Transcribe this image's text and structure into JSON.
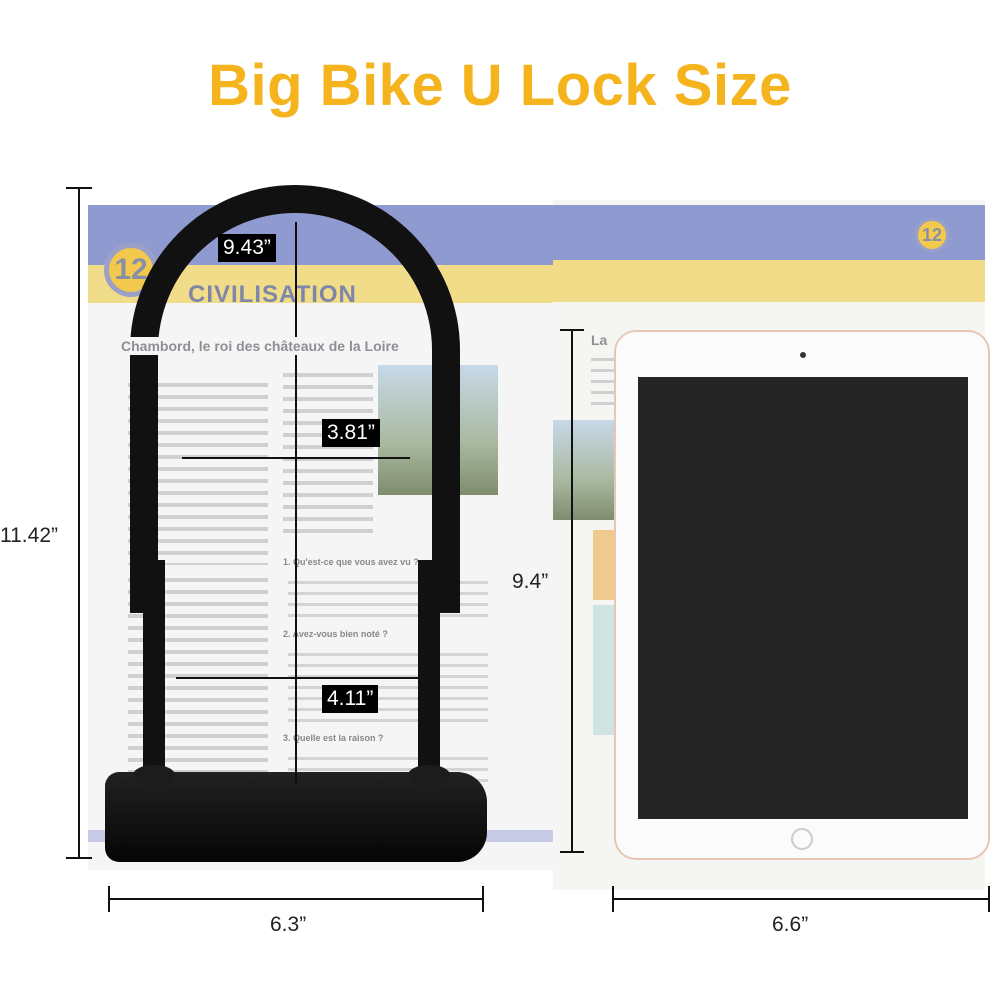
{
  "title": "Big Bike U Lock Size",
  "book": {
    "chapter_number": "12",
    "section_title": "CIVILISATION",
    "heading": "Chambord, le roi des châteaux de la Loire",
    "questions": [
      "1. Qu'est-ce que vous avez vu ?",
      "2. Avez-vous bien noté ?",
      "3. Quelle est la raison ?"
    ],
    "right_heading": "La",
    "right_chapter_number": "12"
  },
  "dimensions": {
    "lock_total_height": "11.42”",
    "lock_inner_height": "9.43”",
    "lock_inner_width_top": "3.81”",
    "lock_inner_width_bottom": "4.11”",
    "lock_total_width": "6.3”",
    "tablet_height": "9.4”",
    "tablet_width": "6.6”"
  },
  "colors": {
    "title": "#F5B41E"
  }
}
